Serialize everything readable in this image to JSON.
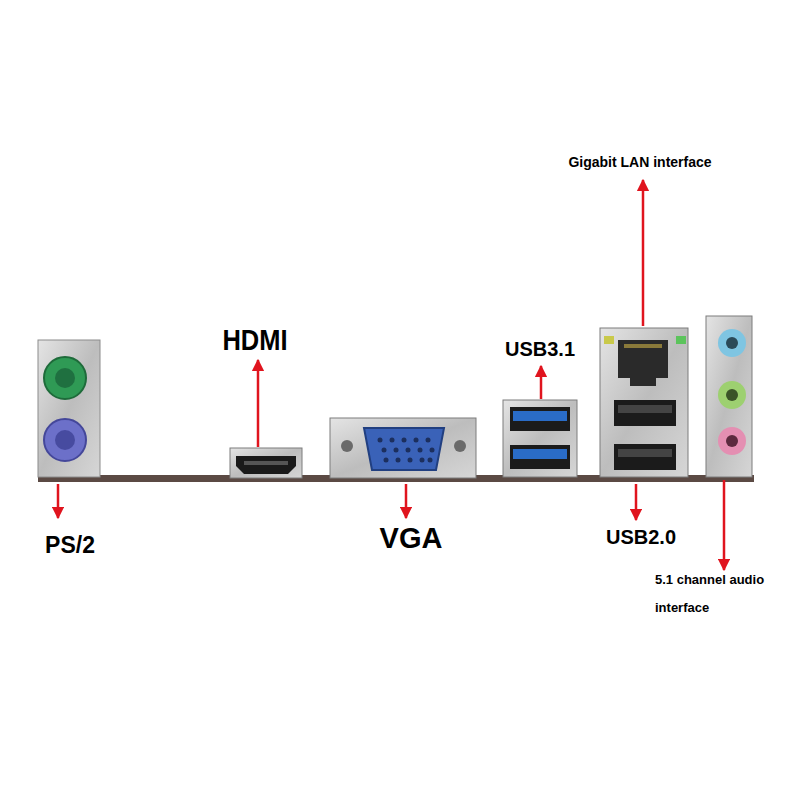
{
  "diagram": {
    "labels": [
      "Gigabit LAN interface",
      "HDMI",
      "USB3.1",
      "PS/2",
      "VGA",
      "USB2.0",
      "5.1 channel audio interface"
    ]
  }
}
